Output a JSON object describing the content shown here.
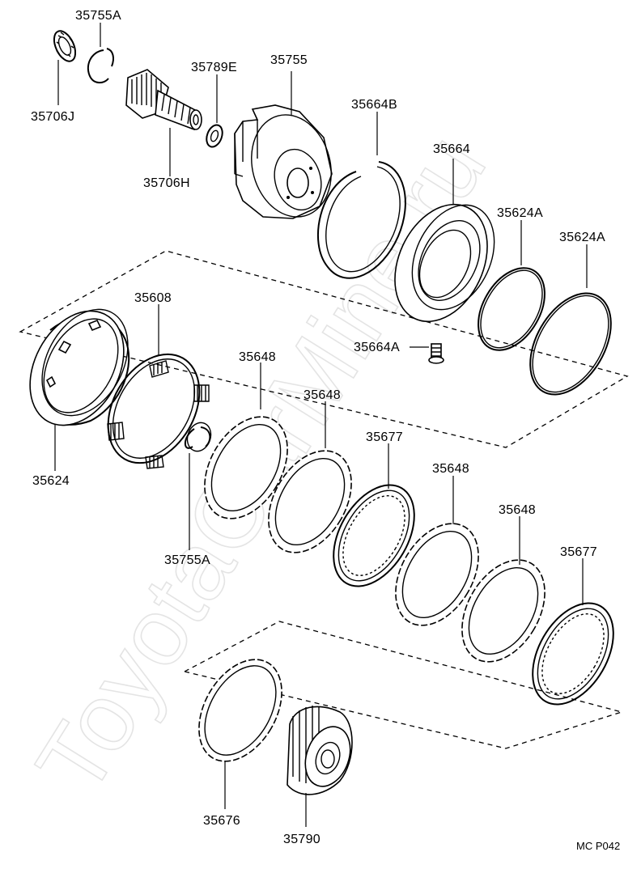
{
  "watermark": "ToyotaCarMine.ru",
  "diagram_code": "MC P042",
  "labels": {
    "p35755A_top": "35755A",
    "p35706J": "35706J",
    "p35789E": "35789E",
    "p35755": "35755",
    "p35706H": "35706H",
    "p35664B": "35664B",
    "p35664": "35664",
    "p35624A_1": "35624A",
    "p35624A_2": "35624A",
    "p35608": "35608",
    "p35664A": "35664A",
    "p35648_1": "35648",
    "p35648_2": "35648",
    "p35677_1": "35677",
    "p35648_3": "35648",
    "p35648_4": "35648",
    "p35677_2": "35677",
    "p35624": "35624",
    "p35755A_mid": "35755A",
    "p35676": "35676",
    "p35790": "35790"
  }
}
